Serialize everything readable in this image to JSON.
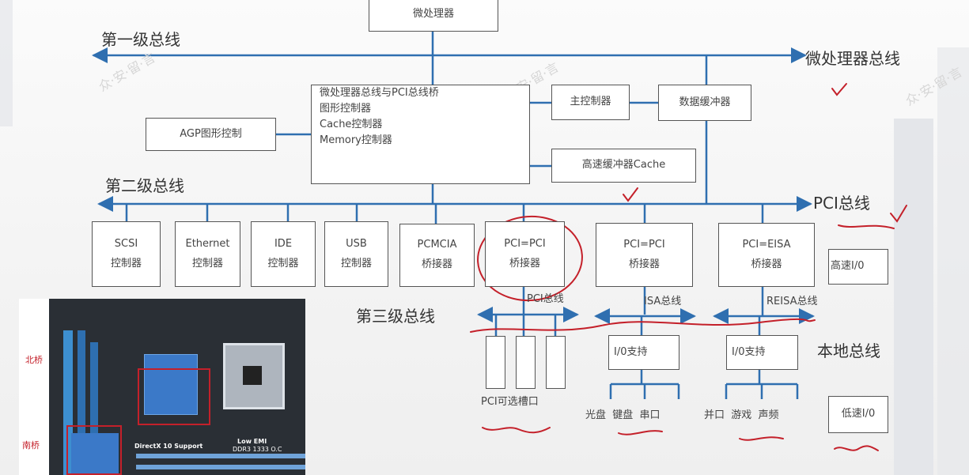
{
  "buses": {
    "level1": "第一级总线",
    "level2": "第二级总线",
    "level3": "第三级总线",
    "cpu_bus": "微处理器总线",
    "pci_bus": "PCI总线",
    "local_bus": "本地总线"
  },
  "top": {
    "cpu": "微处理器"
  },
  "bridge": {
    "lines": [
      "微处理器总线与PCI总线桥",
      "图形控制器",
      "Cache控制器",
      "Memory控制器"
    ]
  },
  "agp": "AGP图形控制",
  "main_controller": "主控制器",
  "data_buffer": "数据缓冲器",
  "cache": "高速缓冲器Cache",
  "controllers": [
    {
      "l1": "SCSI",
      "l2": "控制器"
    },
    {
      "l1": "Ethernet",
      "l2": "控制器"
    },
    {
      "l1": "IDE",
      "l2": "控制器"
    },
    {
      "l1": "USB",
      "l2": "控制器"
    },
    {
      "l1": "PCMCIA",
      "l2": "桥接器"
    },
    {
      "l1": "PCI=PCI",
      "l2": "桥接器"
    },
    {
      "l1": "PCI=PCI",
      "l2": "桥接器"
    },
    {
      "l1": "PCI=EISA",
      "l2": "桥接器"
    }
  ],
  "high_io": "高速I/0",
  "low_io": "低速I/0",
  "sub_buses": {
    "pci": "PCI总线",
    "isa": "ISA总线",
    "eisa": "REISA总线"
  },
  "io_support_isa": "I/0支持",
  "io_support_eisa": "I/0支持",
  "pci_slots": "PCI可选槽口",
  "isa_devices": "光盘  键盘  串口",
  "eisa_devices": "并口  游戏  声频",
  "photo": {
    "north": "北桥",
    "south": "南桥",
    "dx": "DirectX 10 Support",
    "emi": "Low EMI",
    "ddr": "DDR3 1333 O.C"
  },
  "colors": {
    "bus": "#2f6fb0",
    "ink": "#c4202a"
  }
}
